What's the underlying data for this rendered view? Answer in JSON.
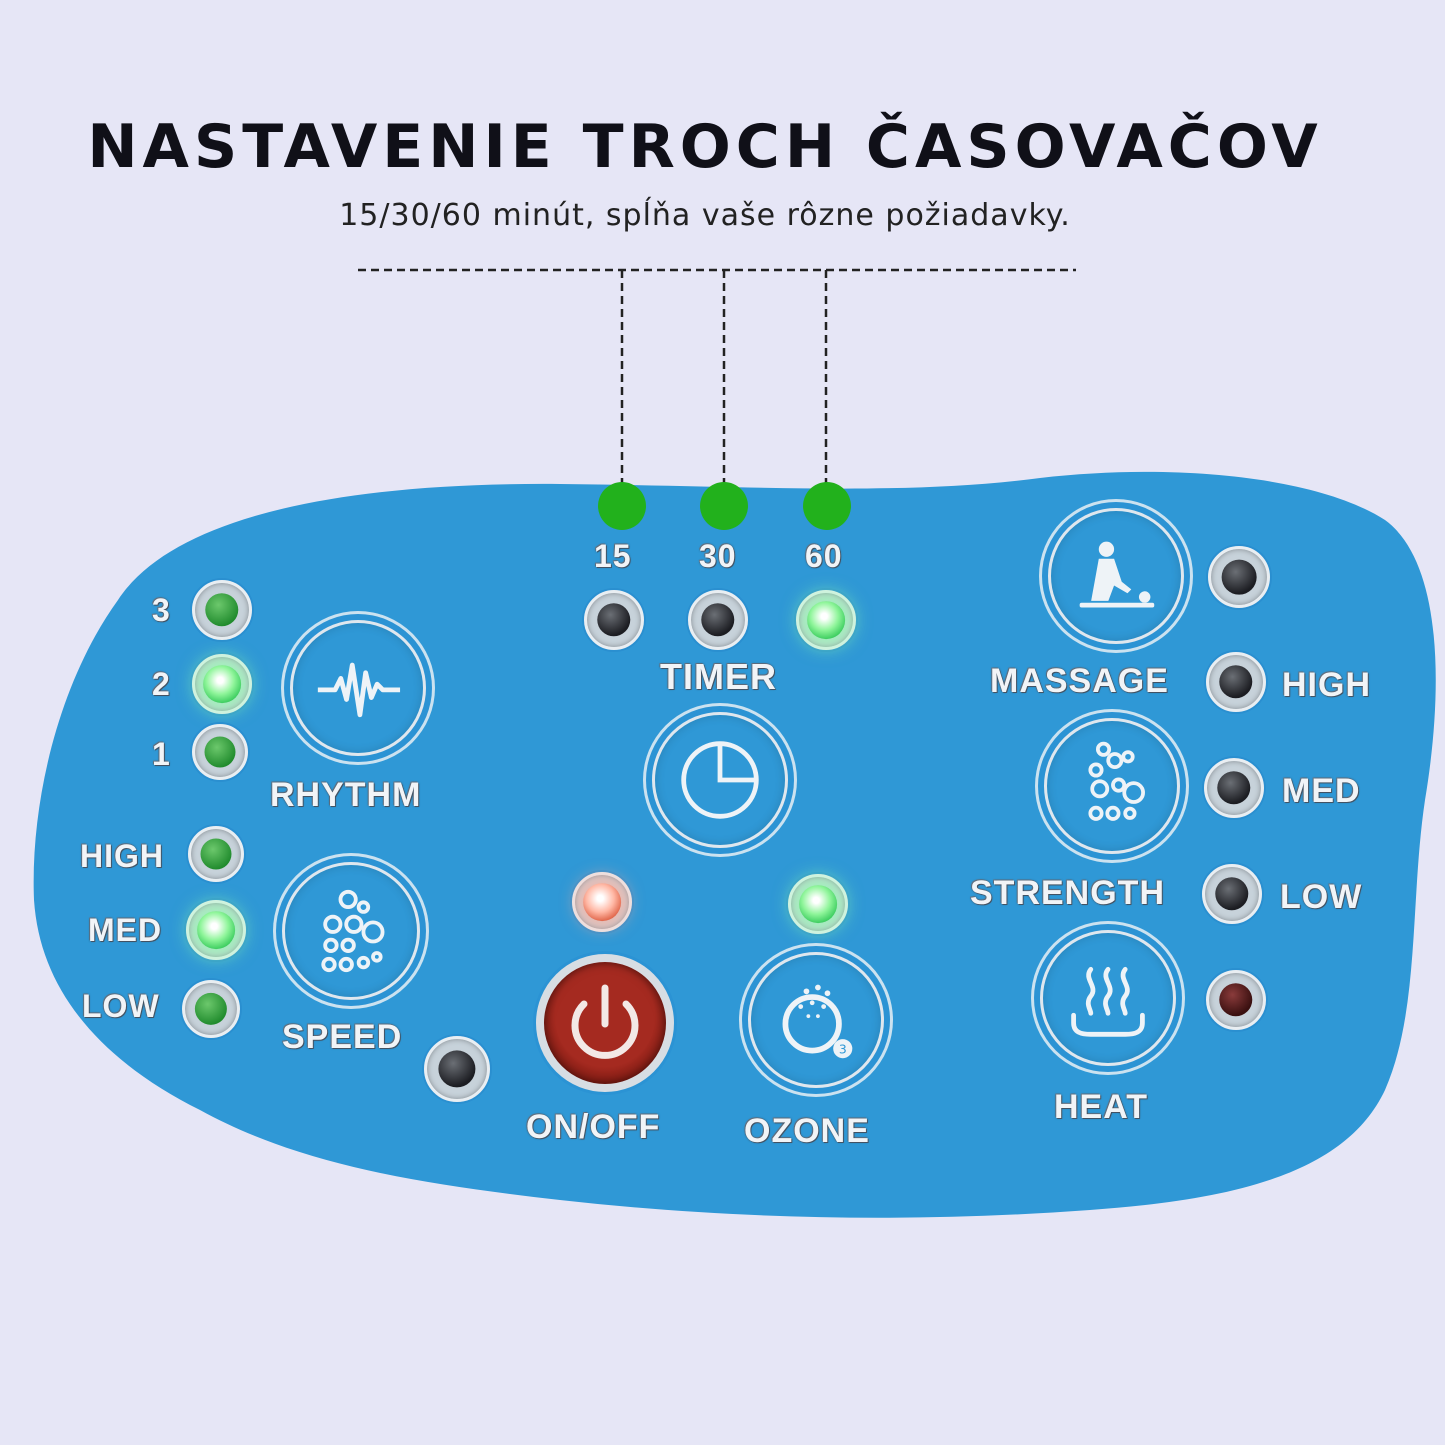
{
  "header": {
    "title": "NASTAVENIE TROCH ČASOVAČOV",
    "subtitle": "15/30/60 minút, spĺňa vaše rôzne požiadavky."
  },
  "timer": {
    "label": "TIMER",
    "options": [
      "15",
      "30",
      "60"
    ],
    "active_option": "60"
  },
  "rhythm": {
    "label": "RHYTHM",
    "levels": [
      "3",
      "2",
      "1"
    ],
    "active_level": "2"
  },
  "speed": {
    "label": "SPEED",
    "levels": [
      "HIGH",
      "MED",
      "LOW"
    ],
    "active_level": "MED"
  },
  "power": {
    "label": "ON/OFF",
    "indicator": "on"
  },
  "ozone": {
    "label": "OZONE",
    "indicator": "on",
    "icon_subscript": "3"
  },
  "massage": {
    "label": "MASSAGE"
  },
  "strength": {
    "label": "STRENGTH",
    "levels": [
      "HIGH",
      "MED",
      "LOW"
    ]
  },
  "heat": {
    "label": "HEAT"
  },
  "icons": {
    "rhythm": "heartbeat-wave-icon",
    "timer": "clock-pie-icon",
    "speed": "bubbles-icon",
    "power": "power-icon",
    "ozone": "ozone-o3-icon",
    "massage": "massage-person-icon",
    "strength": "bubbles-icon",
    "heat": "heat-waves-icon"
  },
  "colors": {
    "background": "#e6e6f6",
    "panel": "#2f98d6",
    "led_green": "#22b11c",
    "power_red": "#a52a20"
  }
}
